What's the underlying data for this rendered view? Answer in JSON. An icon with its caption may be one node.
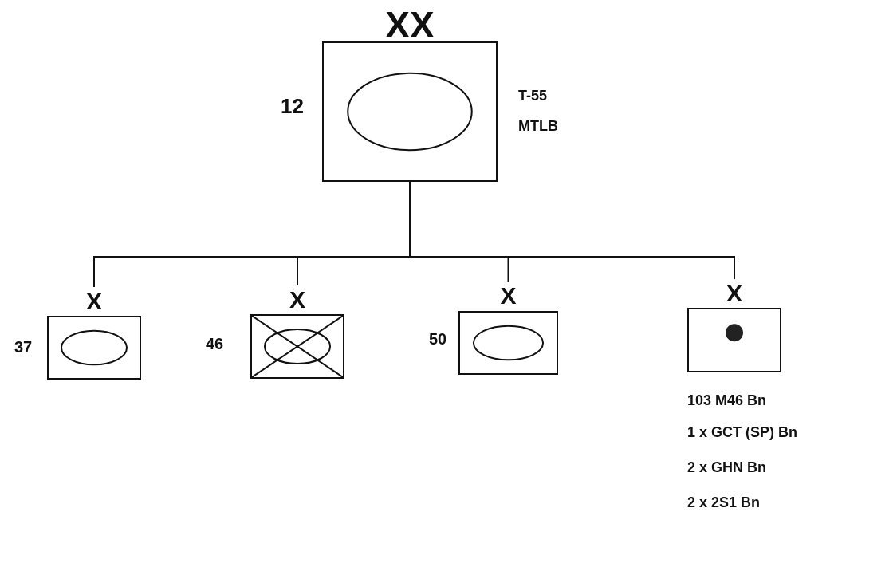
{
  "diagram": {
    "nodes": [
      {
        "text": [
          "XX"
        ],
        "beside": [
          "12",
          "T-55",
          "MTLB"
        ]
      },
      {
        "text": [
          "X"
        ],
        "beside": [
          "37"
        ]
      },
      {
        "text": [
          "X"
        ],
        "beside": [
          "46"
        ]
      },
      {
        "text": [
          "X"
        ],
        "beside": [
          "50"
        ]
      },
      {
        "text": [
          "X"
        ],
        "beside": [
          "103 M46 Bn",
          "1 x GCT (SP) Bn",
          "2 x GHN Bn",
          "2 x 2S1 Bn"
        ]
      }
    ],
    "edges": [
      {
        "from": 0,
        "to": 1,
        "arrow": "none"
      },
      {
        "from": 0,
        "to": 2,
        "arrow": "none"
      },
      {
        "from": 0,
        "to": 3,
        "arrow": "none"
      },
      {
        "from": 0,
        "to": 4,
        "arrow": "none"
      }
    ]
  }
}
